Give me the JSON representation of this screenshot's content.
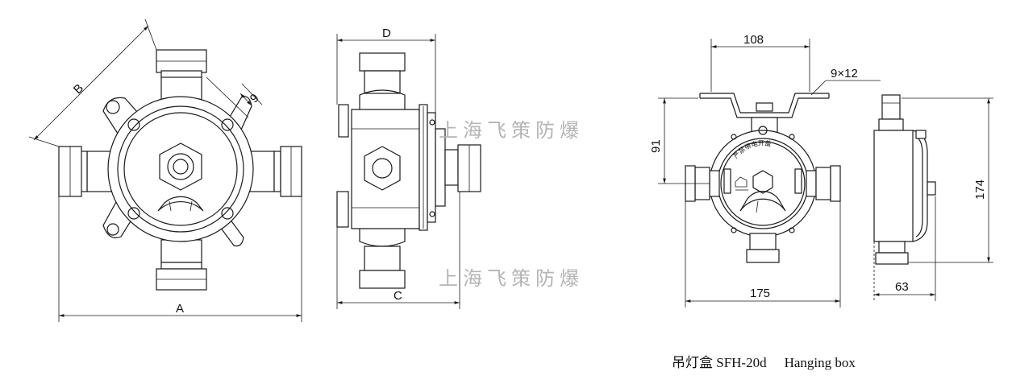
{
  "dimensions": {
    "front": {
      "width_label": "A",
      "diag_label": "B",
      "hole_label": "9"
    },
    "side": {
      "top_label": "D",
      "bottom_label": "C"
    },
    "hanging_front": {
      "bracket_width": "108",
      "hole": "9×12",
      "height_to_center": "91",
      "width": "175"
    },
    "hanging_side": {
      "height": "174",
      "depth": "63"
    }
  },
  "watermark": {
    "text": "上海飞策防爆"
  },
  "warning_label": {
    "text": "严禁带电开盖"
  },
  "caption": {
    "cn_name": "吊灯盒",
    "model": "SFH-20d",
    "en_name": "Hanging box"
  },
  "colors": {
    "line": "#1a1a1a",
    "watermark": "#b5b5b5"
  }
}
